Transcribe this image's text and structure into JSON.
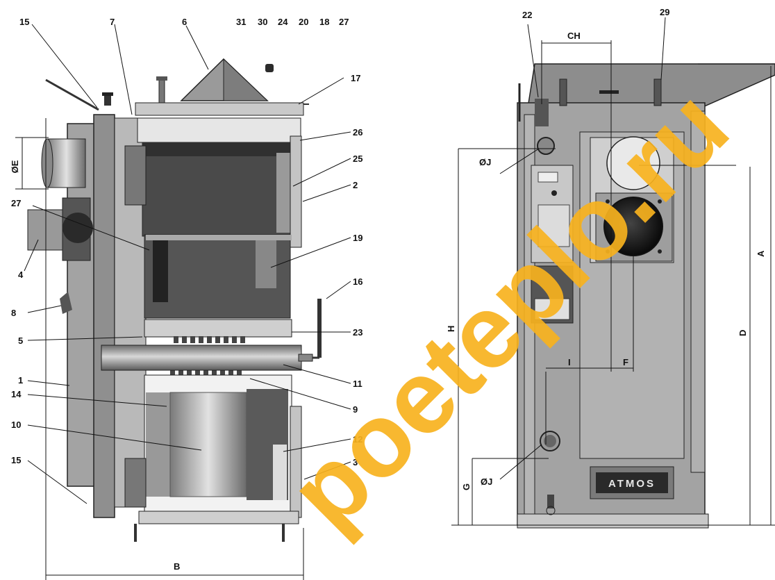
{
  "left_callouts": {
    "l15a": "15",
    "l7": "7",
    "l6": "6",
    "l31": "31",
    "l30": "30",
    "l24": "24",
    "l20": "20",
    "l18": "18",
    "l27a": "27",
    "l17": "17",
    "l26": "26",
    "l25": "25",
    "l2": "2",
    "lOE": "ØE",
    "l27b": "27",
    "l19": "19",
    "l4": "4",
    "l8": "8",
    "l16": "16",
    "l5": "5",
    "l23": "23",
    "l11": "11",
    "l1": "1",
    "l9": "9",
    "l14": "14",
    "l10": "10",
    "l12": "12",
    "l15b": "15",
    "l3": "3",
    "lB": "B"
  },
  "right_callouts": {
    "r22": "22",
    "r29": "29",
    "rCH": "CH",
    "rOJa": "ØJ",
    "rA": "A",
    "rH": "H",
    "rD": "D",
    "rI": "I",
    "rF": "F",
    "rG": "G",
    "rOJb": "ØJ"
  },
  "brand_plate": "ATMOS",
  "watermark": "poeteplo.ru",
  "colors": {
    "watermark": "#f7b21e",
    "body": "#a3a3a3",
    "dark": "#2a2a2a"
  }
}
